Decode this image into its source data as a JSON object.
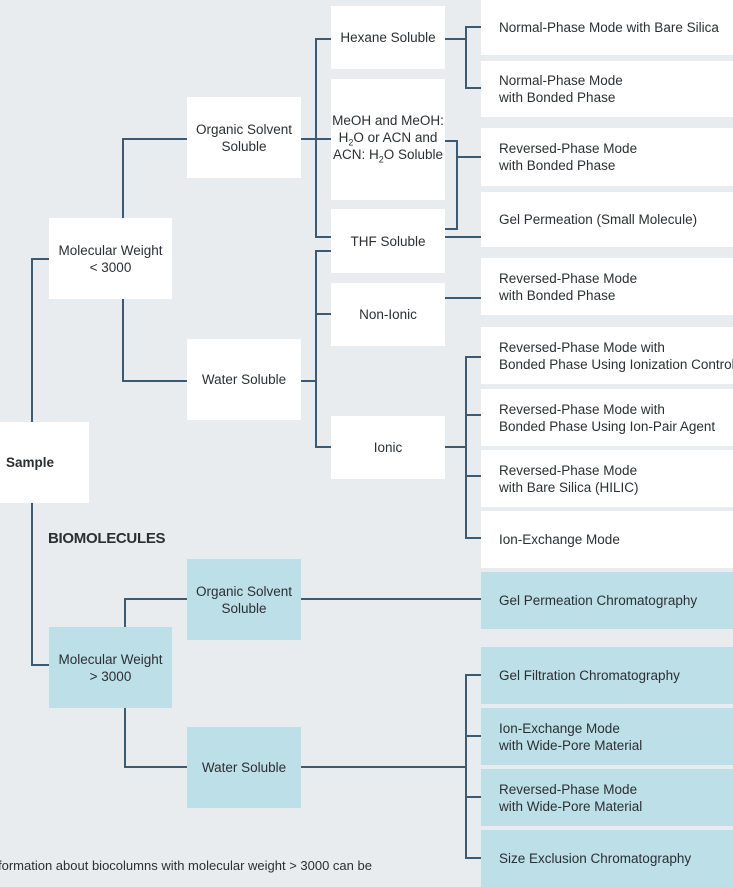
{
  "colors": {
    "background": "#e9ecef",
    "box": "#ffffff",
    "bio_box": "#bddfe8",
    "line": "#3d5a73"
  },
  "root": "Sample",
  "small": {
    "mw": [
      "Molecular Weight",
      "< 3000"
    ],
    "organic": [
      "Organic Solvent",
      "Soluble"
    ],
    "water": "Water Soluble",
    "hexane": "Hexane Soluble",
    "meoh": {
      "l1": "MeOH and MeOH:",
      "l2a": "H",
      "l2sub": "2",
      "l2b": "O or ACN and",
      "l3a": "ACN: H",
      "l3sub": "2",
      "l3b": "O Soluble"
    },
    "thf": "THF Soluble",
    "nonionic": "Non-Ionic",
    "ionic": "Ionic",
    "modes": [
      [
        "Normal-Phase Mode with Bare Silica"
      ],
      [
        "Normal-Phase Mode",
        "with Bonded Phase"
      ],
      [
        "Reversed-Phase Mode",
        "with Bonded Phase"
      ],
      [
        "Gel Permeation (Small Molecule)"
      ],
      [
        "Reversed-Phase Mode",
        "with Bonded Phase"
      ],
      [
        "Reversed-Phase Mode with",
        "Bonded Phase Using Ionization Control"
      ],
      [
        "Reversed-Phase Mode with",
        "Bonded Phase Using Ion-Pair Agent"
      ],
      [
        "Reversed-Phase Mode",
        "with Bare Silica (HILIC)"
      ],
      [
        "Ion-Exchange Mode"
      ]
    ]
  },
  "bio": {
    "heading": "BIOMOLECULES",
    "mw": [
      "Molecular Weight",
      "> 3000"
    ],
    "organic": [
      "Organic Solvent",
      "Soluble"
    ],
    "water": "Water Soluble",
    "modes": [
      [
        "Gel Permeation Chromatography"
      ],
      [
        "Gel Filtration Chromatography"
      ],
      [
        "Ion-Exchange Mode",
        "with Wide-Pore Material"
      ],
      [
        "Reversed-Phase Mode",
        "with Wide-Pore Material"
      ],
      [
        "Size Exclusion Chromatography"
      ]
    ]
  },
  "footnote": "formation about biocolumns with molecular weight > 3000 can be"
}
